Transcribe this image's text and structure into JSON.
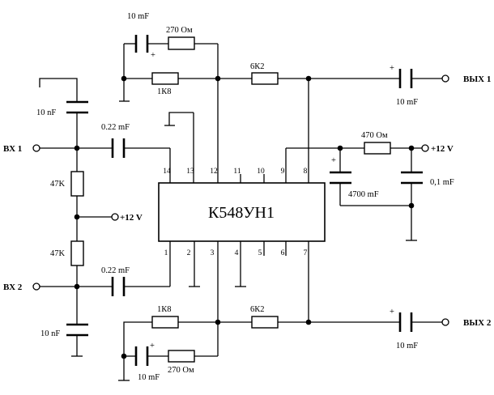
{
  "chip": {
    "name": "К548УН1",
    "top_pins": [
      "14",
      "13",
      "12",
      "11",
      "10",
      "9",
      "8"
    ],
    "bottom_pins": [
      "1",
      "2",
      "3",
      "4",
      "5",
      "6",
      "7"
    ]
  },
  "inputs": {
    "in1": "ВХ 1",
    "in2": "ВХ 2"
  },
  "outputs": {
    "out1": "ВЫХ 1",
    "out2": "ВЫХ 2"
  },
  "supply": {
    "left": "+12 V",
    "right": "+12 V"
  },
  "components": {
    "c_top_fb": "10 mF",
    "r_top_fb": "270 Ом",
    "r_top_1k8": "1К8",
    "r_top_6k2": "6К2",
    "c_out1": "10 mF",
    "c_in_top": "10 nF",
    "c_in1": "0.22 mF",
    "r_47k_top": "47K",
    "r_47k_bottom": "47K",
    "c_in2": "0.22 mF",
    "c_in_bottom": "10 nF",
    "r_supply": "470 Ом",
    "c_supply_big": "4700 mF",
    "c_supply_small": "0,1 mF",
    "r_bot_1k8": "1К8",
    "r_bot_6k2": "6К2",
    "c_out2": "10 mF",
    "c_bot_fb": "10 mF",
    "r_bot_fb": "270 Ом"
  },
  "polarity_mark": "+"
}
